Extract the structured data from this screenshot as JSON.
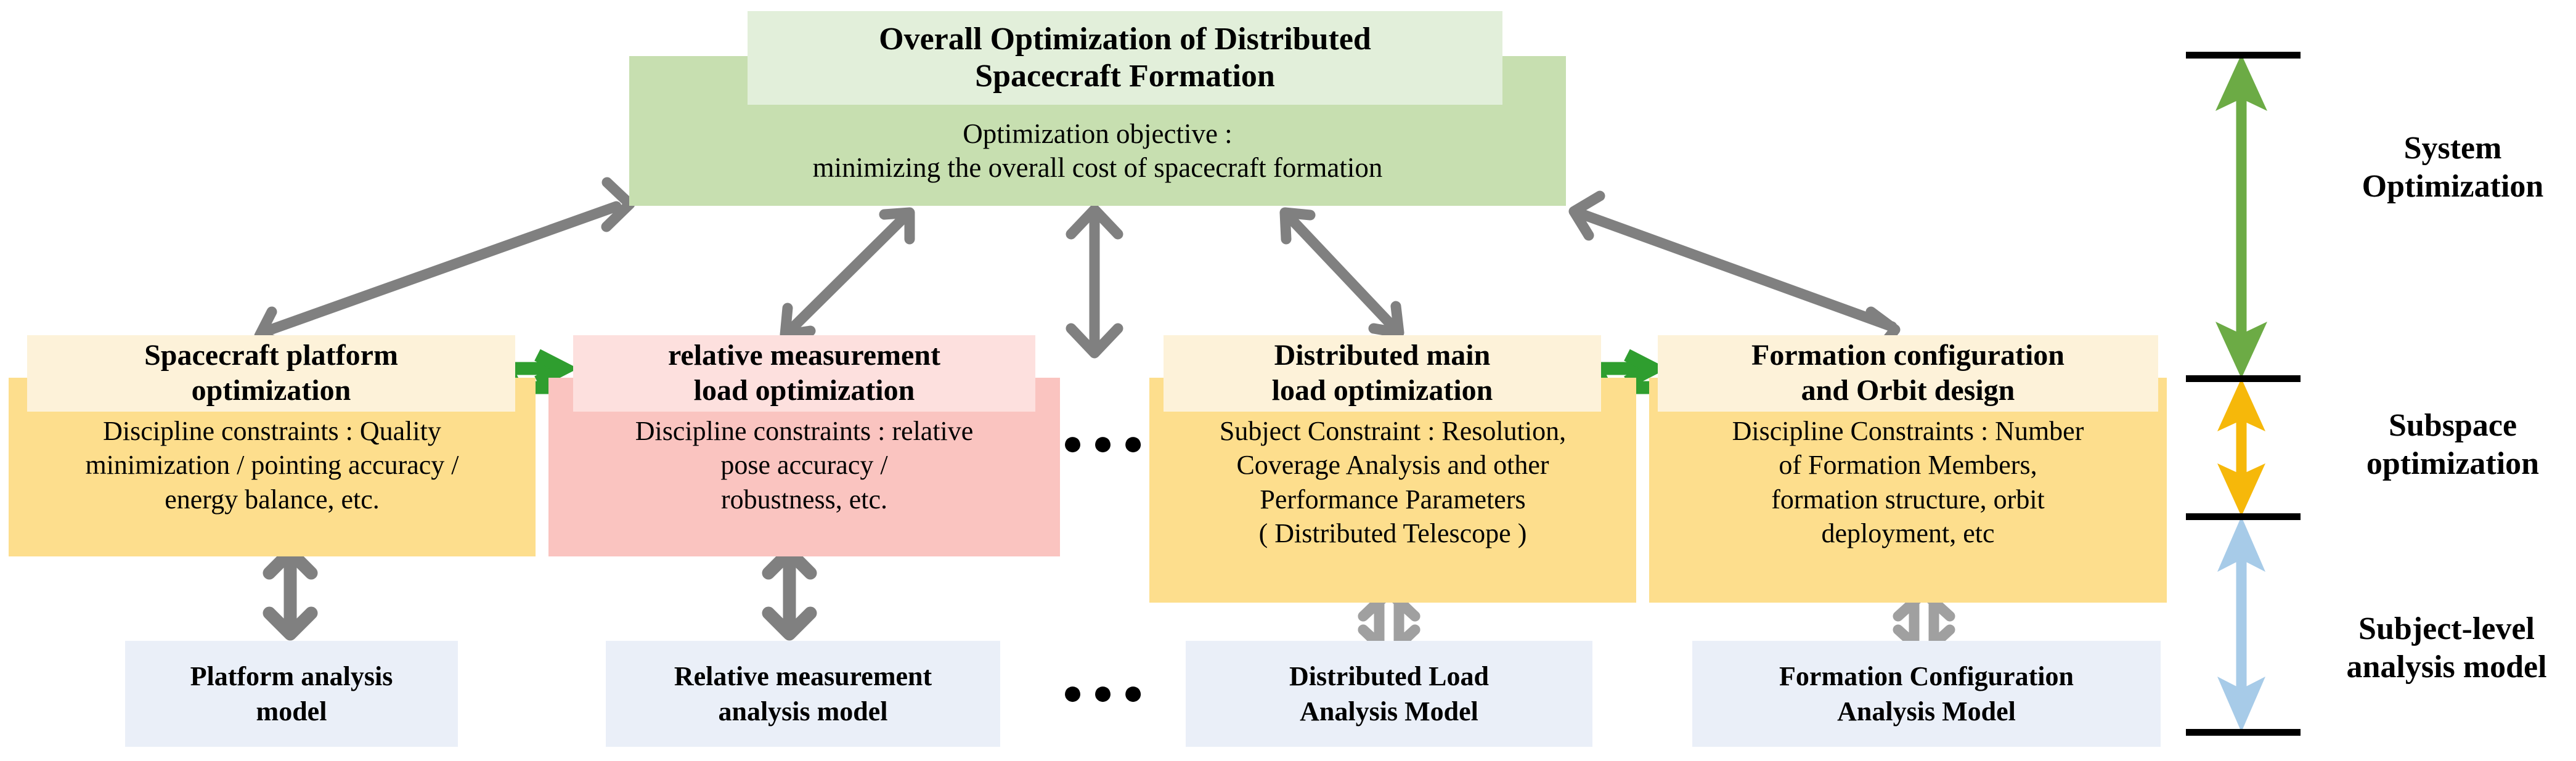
{
  "system": {
    "title": "Overall Optimization of Distributed Spacecraft Formation",
    "title_line1": "Overall Optimization of Distributed",
    "title_line2": "Spacecraft Formation",
    "objective_line1": "Optimization objective :",
    "objective_line2": "minimizing the overall cost of spacecraft formation",
    "body_color": "#c7dfb0",
    "head_color": "#e2efda"
  },
  "subspaces": [
    {
      "title_line1": "Spacecraft platform",
      "title_line2": "optimization",
      "constraint_lines": [
        "Discipline constraints : Quality",
        "minimization / pointing accuracy /",
        "energy balance, etc."
      ],
      "body_color": "#fdde8d",
      "head_color": "#fdf2d9"
    },
    {
      "title_line1": "relative measurement",
      "title_line2": "load optimization",
      "constraint_lines": [
        "Discipline constraints : relative",
        "pose accuracy /",
        "robustness, etc."
      ],
      "body_color": "#fac4c0",
      "head_color": "#fde0de"
    },
    {
      "title_line1": "Distributed main",
      "title_line2": "load optimization",
      "constraint_lines": [
        "Subject Constraint : Resolution,",
        "Coverage Analysis and other",
        "Performance Parameters",
        "( Distributed Telescope )"
      ],
      "body_color": "#fdde8d",
      "head_color": "#fdf2d9"
    },
    {
      "title_line1": "Formation configuration",
      "title_line2": "and Orbit design",
      "constraint_lines": [
        "Discipline Constraints : Number",
        "of Formation Members,",
        "formation structure, orbit",
        "deployment, etc"
      ],
      "body_color": "#fdde8d",
      "head_color": "#fdf2d9"
    }
  ],
  "models": [
    {
      "line1": "Platform analysis",
      "line2": "model"
    },
    {
      "line1": "Relative measurement",
      "line2": "analysis model"
    },
    {
      "line1": "Distributed Load",
      "line2": "Analysis Model"
    },
    {
      "line1": "Formation Configuration",
      "line2": "Analysis Model"
    }
  ],
  "ellipsis": {
    "glyph": "●●●"
  },
  "legend": {
    "levels": [
      {
        "line1": "System",
        "line2": "Optimization",
        "arrow_color": "#6cab45"
      },
      {
        "line1": "Subspace",
        "line2": "optimization",
        "arrow_color": "#f6b80a"
      },
      {
        "line1": "Subject-level",
        "line2": "analysis model",
        "arrow_color": "#a7cbe8"
      }
    ],
    "rule_color": "#000000"
  },
  "connectors": {
    "grey": "#808080",
    "green": "#2f9e2f"
  }
}
